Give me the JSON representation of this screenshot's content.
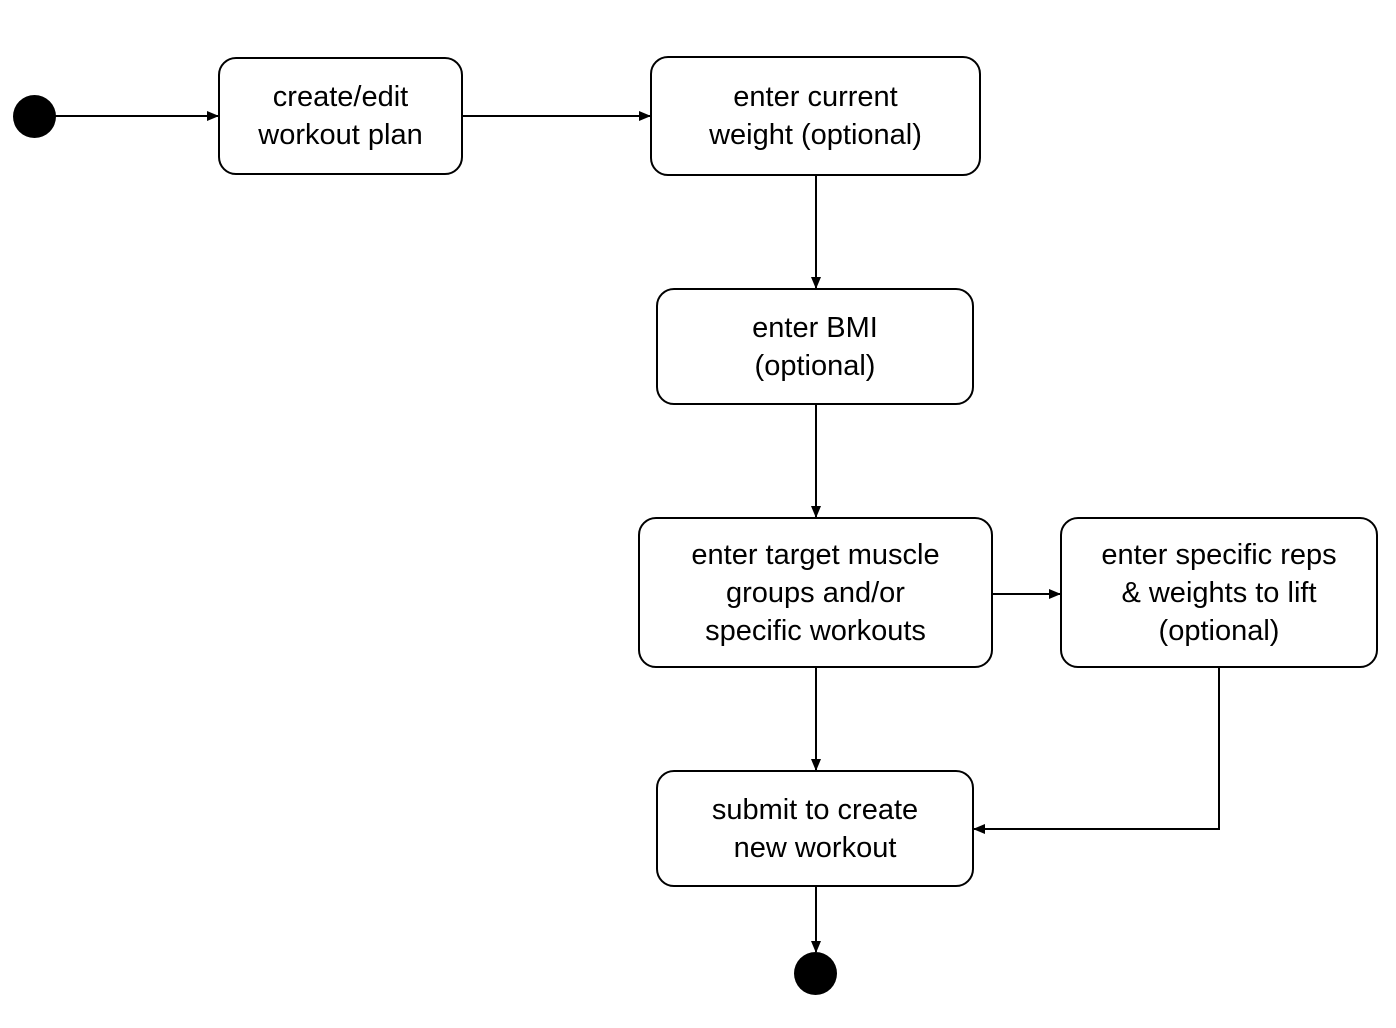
{
  "diagram": {
    "type": "uml-activity",
    "states": {
      "create_edit": "create/edit\nworkout plan",
      "enter_weight": "enter current\nweight (optional)",
      "enter_bmi": "enter BMI\n(optional)",
      "enter_muscle": "enter target muscle\ngroups and/or\nspecific workouts",
      "enter_reps": "enter specific reps\n& weights to lift\n(optional)",
      "submit": "submit to create\nnew workout"
    },
    "edges": [
      {
        "from": "start",
        "to": "create_edit"
      },
      {
        "from": "create_edit",
        "to": "enter_weight"
      },
      {
        "from": "enter_weight",
        "to": "enter_bmi"
      },
      {
        "from": "enter_bmi",
        "to": "enter_muscle"
      },
      {
        "from": "enter_muscle",
        "to": "enter_reps"
      },
      {
        "from": "enter_muscle",
        "to": "submit"
      },
      {
        "from": "enter_reps",
        "to": "submit"
      },
      {
        "from": "submit",
        "to": "end"
      }
    ],
    "colors": {
      "stroke": "#000000",
      "fill": "#ffffff",
      "node": "#000000"
    }
  }
}
